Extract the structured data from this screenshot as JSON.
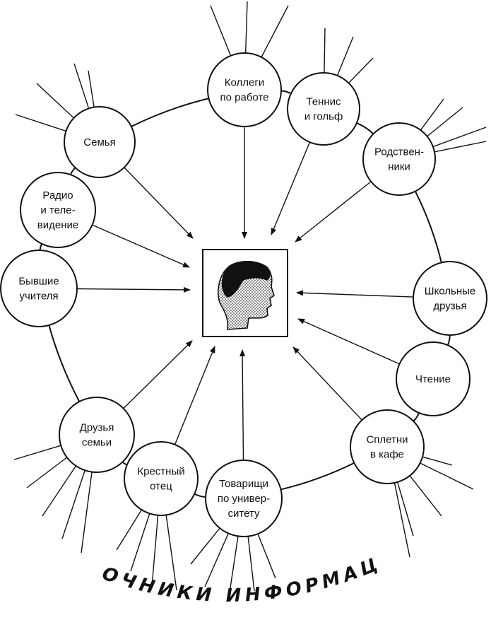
{
  "diagram": {
    "caption": "ИСТОЧНИКИ ИНФОРМАЦИИ",
    "center": {
      "icon": "head-profile-icon"
    },
    "nodes": [
      {
        "id": "kollegi",
        "lines": [
          "Коллеги",
          "по работе"
        ]
      },
      {
        "id": "tennis",
        "lines": [
          "Теннис",
          "и гольф"
        ]
      },
      {
        "id": "rodstvenniki",
        "lines": [
          "Родствен-",
          "ники"
        ]
      },
      {
        "id": "shkolnye",
        "lines": [
          "Школьные",
          "друзья"
        ]
      },
      {
        "id": "chtenie",
        "lines": [
          "Чтение"
        ]
      },
      {
        "id": "spletni",
        "lines": [
          "Сплетни",
          "в кафе"
        ]
      },
      {
        "id": "tovarishchi",
        "lines": [
          "Товарищи",
          "по универ-",
          "ситету"
        ]
      },
      {
        "id": "krestny",
        "lines": [
          "Крестный",
          "отец"
        ]
      },
      {
        "id": "druzya-semi",
        "lines": [
          "Друзья",
          "семьи"
        ]
      },
      {
        "id": "byvshie",
        "lines": [
          "Бывшие",
          "учителя"
        ]
      },
      {
        "id": "radio",
        "lines": [
          "Радио",
          "и теле-",
          "видение"
        ]
      },
      {
        "id": "semya",
        "lines": [
          "Семья"
        ]
      }
    ]
  }
}
